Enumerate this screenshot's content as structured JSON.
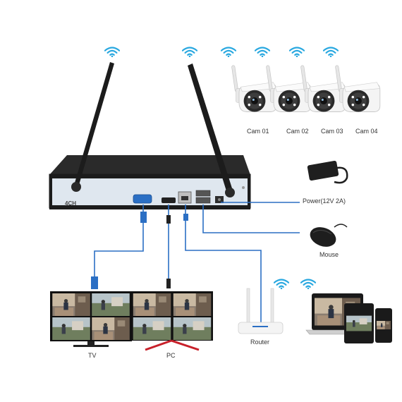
{
  "colors": {
    "wifi": "#29a8e0",
    "cable": "#2b6fc4",
    "device_dark": "#1c1c1c",
    "panel": "#dfe7ef",
    "camera_body": "#f2f2f2",
    "monitor_stand_red": "#c8202a"
  },
  "icons": [
    "wifi-icon",
    "camera-icon",
    "nvr-icon",
    "power-adapter-icon",
    "mouse-icon",
    "monitor-icon",
    "router-icon",
    "laptop-icon",
    "tablet-icon",
    "phone-icon"
  ],
  "nvr": {
    "badge": "4CH"
  },
  "cameras": [
    {
      "label": "Cam 01"
    },
    {
      "label": "Cam 02"
    },
    {
      "label": "Cam 03"
    },
    {
      "label": "Cam 04"
    }
  ],
  "labels": {
    "power": "Power(12V 2A)",
    "mouse": "Mouse",
    "tv": "TV",
    "pc": "PC",
    "router": "Router"
  }
}
